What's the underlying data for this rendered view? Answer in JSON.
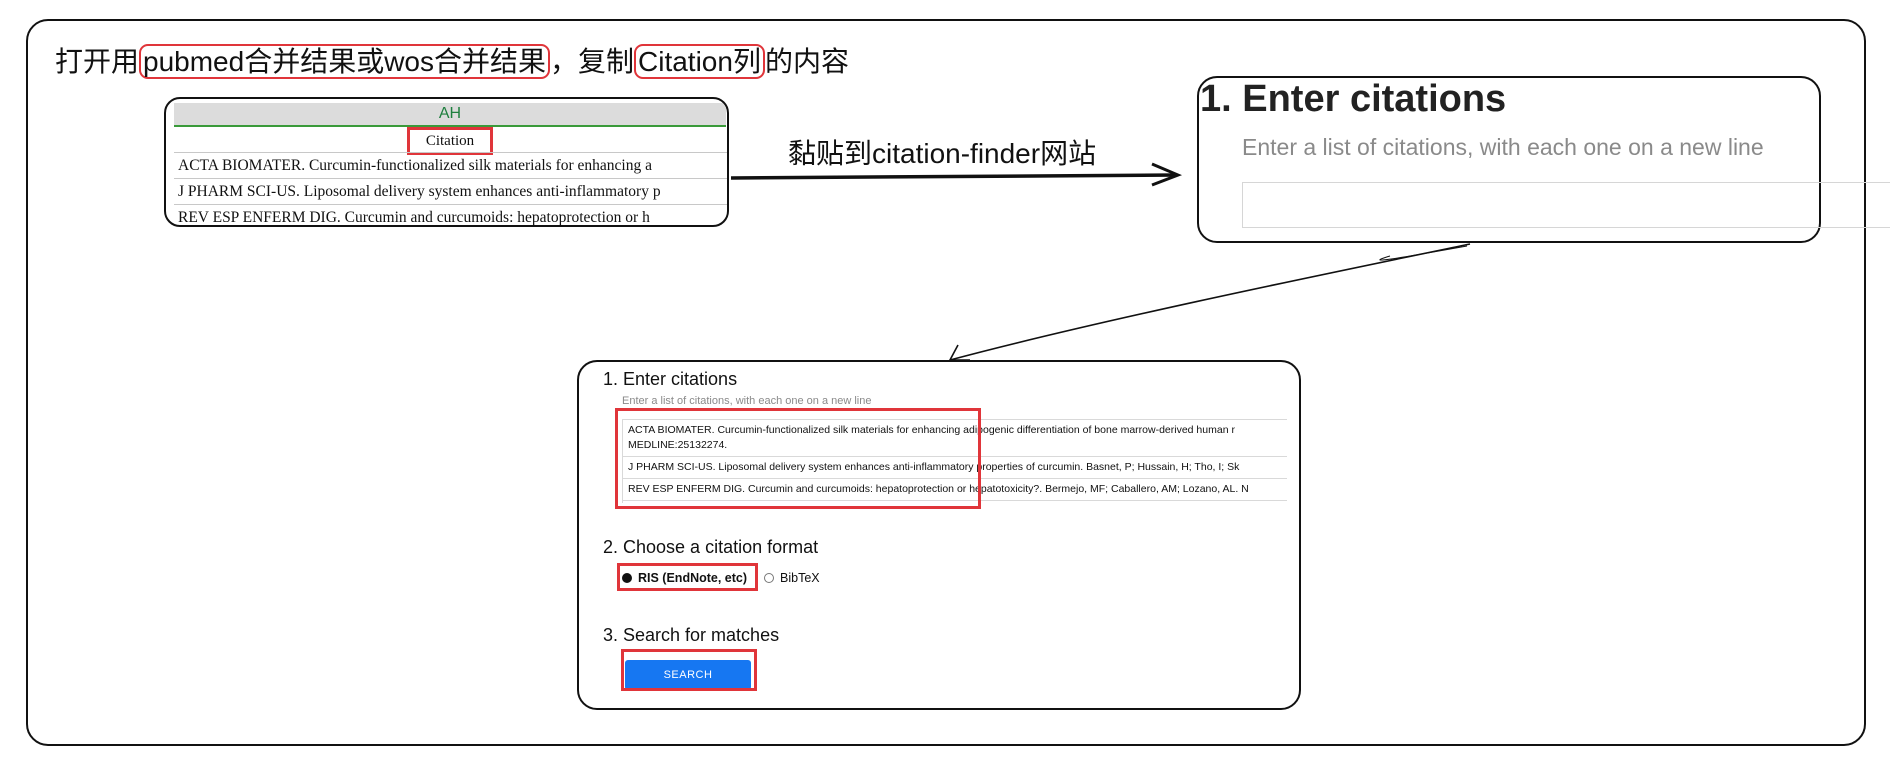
{
  "instruction": {
    "prefix": "打开用",
    "source_highlight": "pubmed合并结果或wos合并结果",
    "middle": "，复制",
    "column_highlight": "Citation列",
    "suffix": "的内容"
  },
  "spreadsheet": {
    "column_letter": "AH",
    "field_name": "Citation",
    "rows": [
      "ACTA BIOMATER. Curcumin-functionalized silk materials for enhancing a",
      "J PHARM SCI-US. Liposomal delivery system enhances anti-inflammatory p",
      "REV ESP ENFERM DIG. Curcumin and curcumoids: hepatoprotection or h"
    ]
  },
  "paste_label": "黏贴到citation-finder网站",
  "zoom": {
    "title": "1. Enter citations",
    "subtitle": "Enter a list of citations, with each one on a new line"
  },
  "site": {
    "step1_title": "1. Enter citations",
    "step1_hint": "Enter a list of citations, with each one on a new line",
    "citations": [
      {
        "line1": "ACTA BIOMATER. Curcumin-functionalized silk materials for enhancing adipogenic differentiation of bone marrow-derived human r",
        "line2": "MEDLINE:25132274."
      },
      {
        "line1": "J PHARM SCI-US. Liposomal delivery system enhances anti-inflammatory properties of curcumin. Basnet, P; Hussain, H; Tho, I; Sk"
      },
      {
        "line1": "REV ESP ENFERM DIG. Curcumin and curcumoids: hepatoprotection or hepatotoxicity?. Bermejo, MF; Caballero, AM; Lozano, AL. N"
      }
    ],
    "step2_title": "2. Choose a citation format",
    "format_options": [
      {
        "label": "RIS (EndNote, etc)",
        "selected": true
      },
      {
        "label": "BibTeX",
        "selected": false
      }
    ],
    "step3_title": "3. Search for matches",
    "search_button": "SEARCH"
  },
  "colors": {
    "highlight_red": "#e0353a",
    "button_blue": "#1677f2",
    "sheet_header_green": "#1e7f3e"
  }
}
